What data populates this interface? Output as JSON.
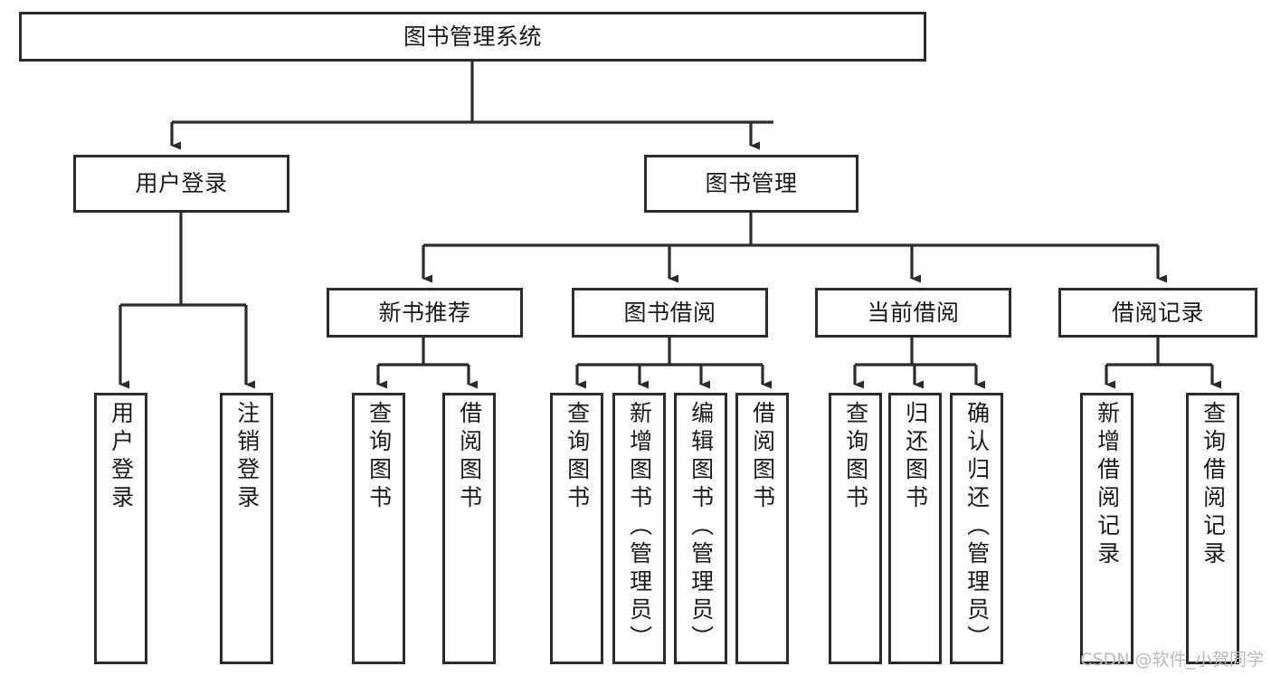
{
  "diagram": {
    "title": "图书管理系统",
    "type": "功能结构图",
    "watermark": "CSDN @软件_小贺同学",
    "colors": {
      "stroke": "#2b2b2b",
      "fill": "#ffffff",
      "text": "#1a1a1a",
      "watermark": "#b9b9b9"
    },
    "nodes": {
      "root": {
        "label": "图书管理系统"
      },
      "level2": [
        {
          "id": "user-login",
          "label": "用户登录"
        },
        {
          "id": "book-management",
          "label": "图书管理"
        }
      ],
      "level3": [
        {
          "id": "new-book-recommend",
          "label": "新书推荐"
        },
        {
          "id": "book-borrow",
          "label": "图书借阅"
        },
        {
          "id": "current-borrow",
          "label": "当前借阅"
        },
        {
          "id": "borrow-record",
          "label": "借阅记录"
        }
      ],
      "leaves": {
        "user_login": [
          {
            "id": "leaf-user-login",
            "label": "用户登录"
          },
          {
            "id": "leaf-logout",
            "label": "注销登录"
          }
        ],
        "new_book_recommend": [
          {
            "id": "leaf-query-book-1",
            "label": "查询图书"
          },
          {
            "id": "leaf-borrow-book-1",
            "label": "借阅图书"
          }
        ],
        "book_borrow": [
          {
            "id": "leaf-query-book-2",
            "label": "查询图书"
          },
          {
            "id": "leaf-add-book",
            "label": "新增图书（管理员）"
          },
          {
            "id": "leaf-edit-book",
            "label": "编辑图书（管理员）"
          },
          {
            "id": "leaf-borrow-book-2",
            "label": "借阅图书"
          }
        ],
        "current_borrow": [
          {
            "id": "leaf-query-book-3",
            "label": "查询图书"
          },
          {
            "id": "leaf-return-book",
            "label": "归还图书"
          },
          {
            "id": "leaf-confirm-return",
            "label": "确认归还（管理员）"
          }
        ],
        "borrow_record": [
          {
            "id": "leaf-add-record",
            "label": "新增借阅记录"
          },
          {
            "id": "leaf-query-record",
            "label": "查询借阅记录"
          }
        ]
      }
    }
  }
}
